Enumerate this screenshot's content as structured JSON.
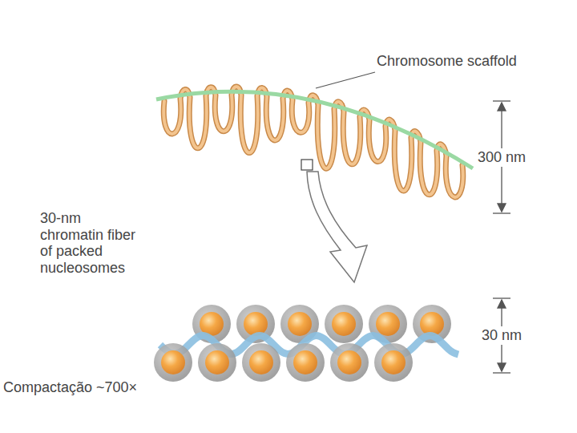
{
  "diagram": {
    "labels": [
      "Chromosome scaffold",
      "300 nm",
      "30-nm chromatin fiber of packed nucleosomes",
      "30 nm",
      "Compactação ~700×"
    ]
  }
}
